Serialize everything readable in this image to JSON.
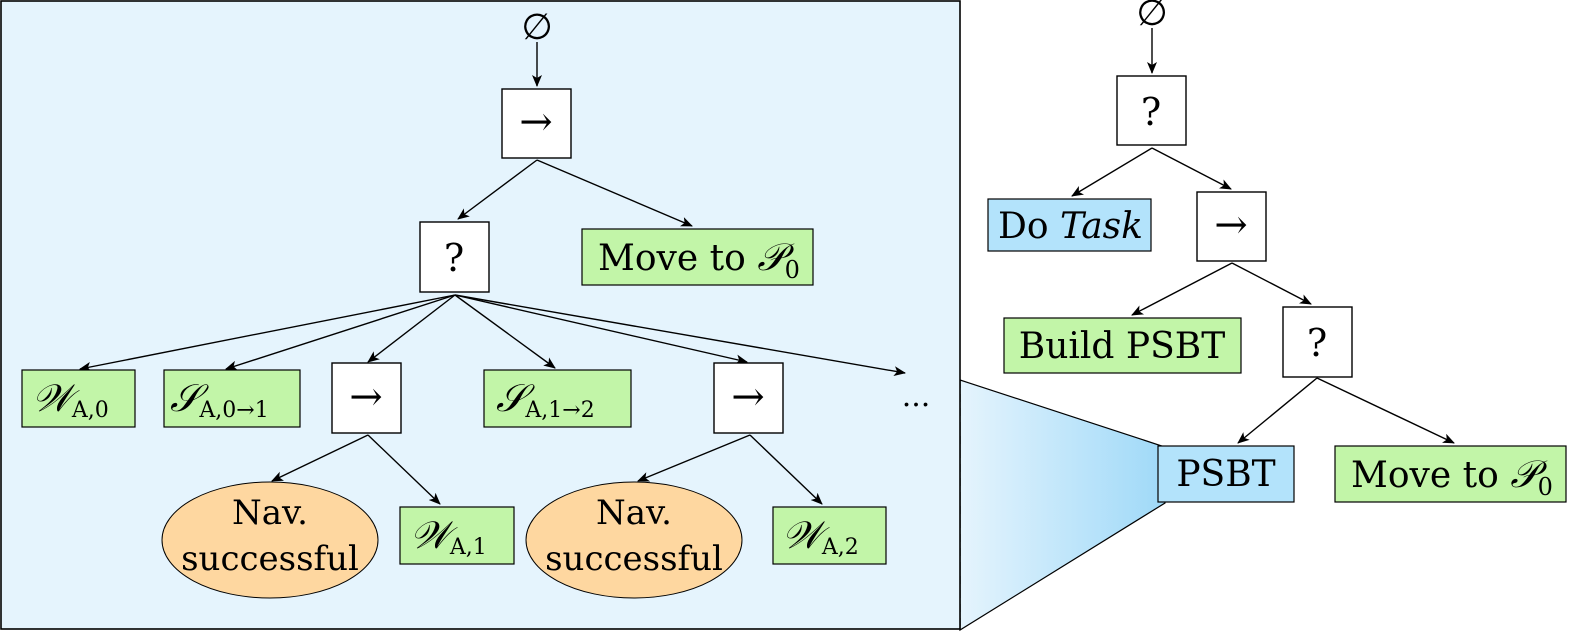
{
  "colors": {
    "panel_fill": "#e5f4fd",
    "action_fill": "#c2f5a8",
    "condition_fill": "#fed7a0",
    "task_fill": "#b3e3fb",
    "control_fill": "#ffffff"
  },
  "left_tree": {
    "root_symbol": "∅",
    "sequence_symbol": "→",
    "fallback_symbol": "?",
    "move_label": "Move to ",
    "move_sym": "𝒫",
    "move_sub": "0",
    "w0_sym": "𝒲",
    "w0_sub": "A,0",
    "s01_sym": "𝒮",
    "s01_sub": "A,0→1",
    "s12_sym": "𝒮",
    "s12_sub": "A,1→2",
    "seq1_symbol": "→",
    "seq2_symbol": "→",
    "ellipsis": "...",
    "nav1_line1": "Nav.",
    "nav1_line2": "successful",
    "nav2_line1": "Nav.",
    "nav2_line2": "successful",
    "w1_sym": "𝒲",
    "w1_sub": "A,1",
    "w2_sym": "𝒲",
    "w2_sub": "A,2"
  },
  "right_tree": {
    "root_symbol": "∅",
    "fallback_symbol": "?",
    "do_label": "Do ",
    "task_label": "Task",
    "sequence_symbol": "→",
    "build_label": "Build PSBT",
    "fallback2_symbol": "?",
    "psbt_label": "PSBT",
    "move_label": "Move to ",
    "move_sym": "𝒫",
    "move_sub": "0"
  }
}
